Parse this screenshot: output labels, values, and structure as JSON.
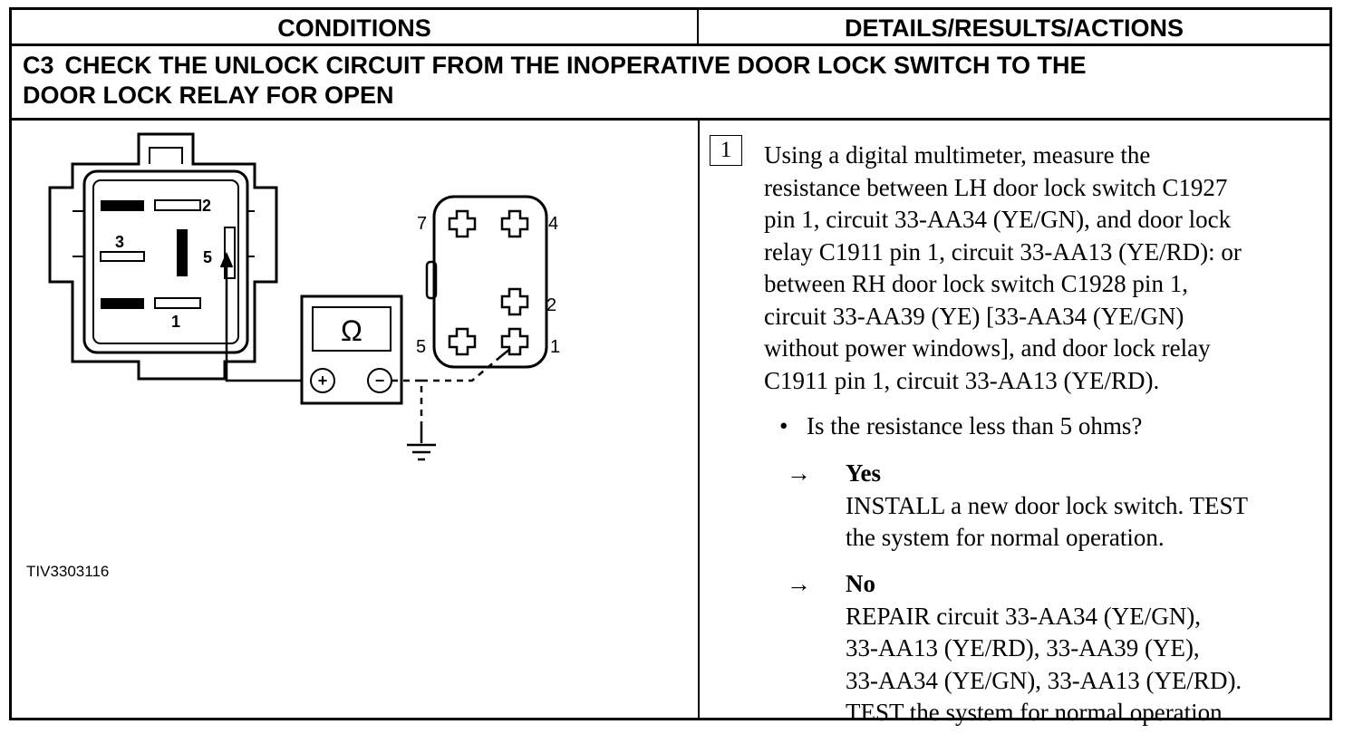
{
  "header": {
    "conditions": "CONDITIONS",
    "details": "DETAILS/RESULTS/ACTIONS"
  },
  "step": {
    "code": "C3",
    "title_line1": "CHECK THE UNLOCK CIRCUIT FROM THE INOPERATIVE DOOR LOCK SWITCH TO THE",
    "title_line2": "DOOR LOCK RELAY FOR OPEN"
  },
  "diagram": {
    "figure_id": "TIV3303116",
    "switch_pins": [
      "2",
      "3",
      "5",
      "1"
    ],
    "relay_pins": [
      "7",
      "4",
      "2",
      "5",
      "1"
    ],
    "meter_symbol": "Ω",
    "meter_plus": "+",
    "meter_minus": "−"
  },
  "action": {
    "number": "1",
    "instruction": "Using a digital multimeter, measure the\nresistance between LH door lock switch C1927\npin 1, circuit 33-AA34 (YE/GN), and door lock\nrelay C1911 pin 1, circuit 33-AA13 (YE/RD): or\nbetween RH door lock switch C1928 pin 1,\ncircuit 33-AA39 (YE) [33-AA34 (YE/GN)\nwithout power windows], and door lock relay\nC1911 pin 1, circuit 33-AA13 (YE/RD).",
    "bullet": "•",
    "question": "Is the resistance less than 5 ohms?",
    "arrow": "→",
    "yes_label": "Yes",
    "yes_text": "INSTALL a new door lock switch. TEST\nthe system for normal operation.",
    "no_label": "No",
    "no_text": "REPAIR circuit 33-AA34 (YE/GN),\n33-AA13 (YE/RD), 33-AA39 (YE),\n33-AA34 (YE/GN), 33-AA13 (YE/RD).\nTEST the system for normal operation."
  }
}
